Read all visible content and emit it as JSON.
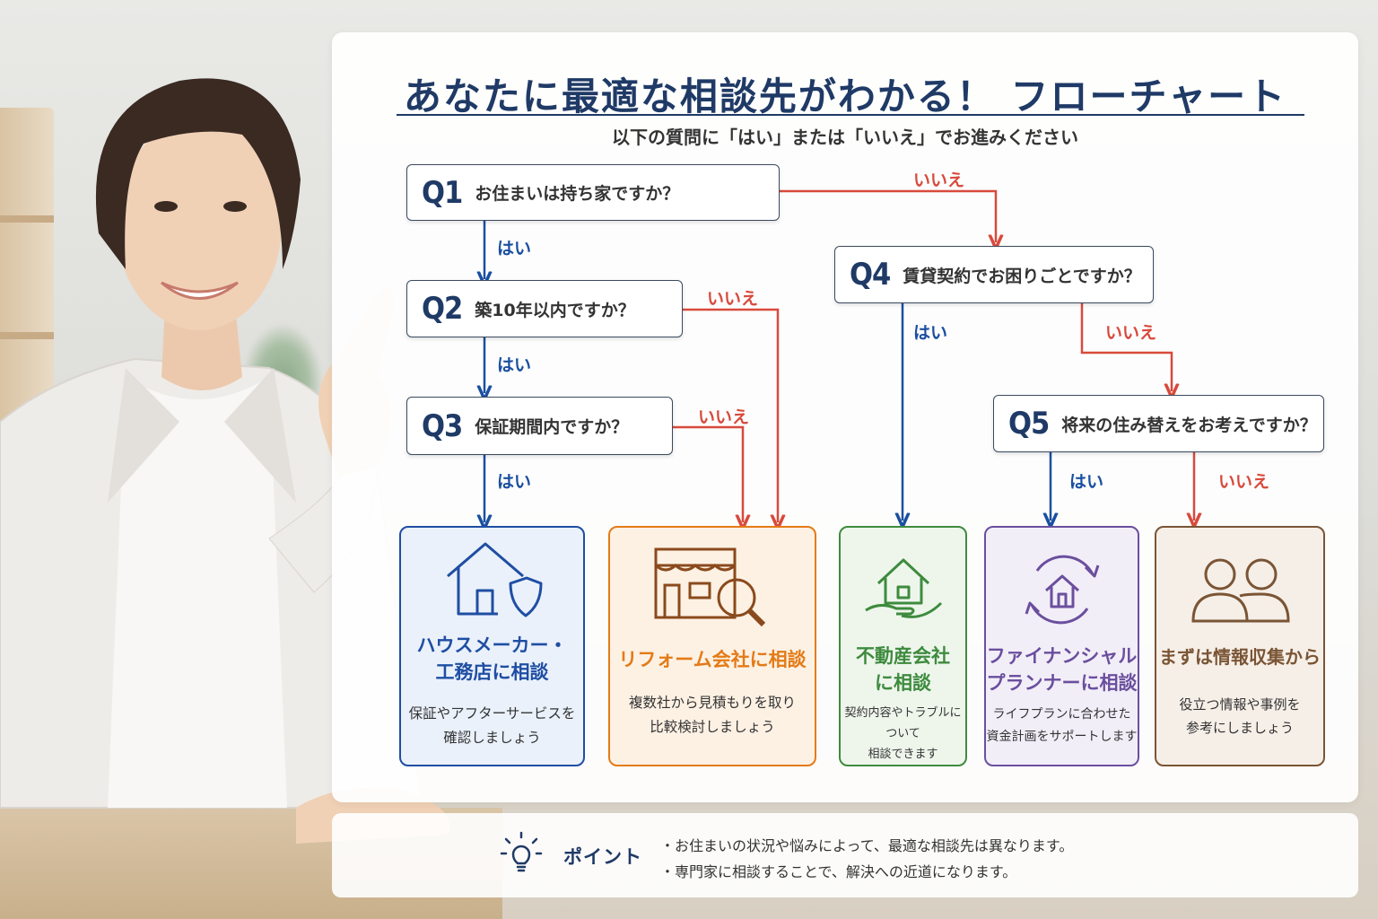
{
  "title": "あなたに最適な相談先がわかる！ フローチャート",
  "subtitle": "以下の質問に「はい」または「いいえ」でお進みください",
  "questions": [
    {
      "num": "Q1",
      "text": "お住まいは持ち家ですか？"
    },
    {
      "num": "Q2",
      "text": "築10年以内ですか？"
    },
    {
      "num": "Q3",
      "text": "保証期間内ですか？"
    },
    {
      "num": "Q4",
      "text": "賃貸契約でお困りごとですか？"
    },
    {
      "num": "Q5",
      "text": "将来の住み替えをお考えですか？"
    }
  ],
  "answers": {
    "yes": "はい",
    "no": "いいえ"
  },
  "results": [
    {
      "title": "ハウスメーカー・\n工務店に相談",
      "desc": "保証やアフターサービスを\n確認しましょう",
      "icon": "house-shield-icon",
      "color": "#1f4ea3",
      "bg": "#eaf1fb"
    },
    {
      "title": "リフォーム会社に相談",
      "desc": "複数社から見積もりを取り\n比較検討しましょう",
      "icon": "storefront-magnifier-icon",
      "color": "#e37b17",
      "bg": "#fdf1e4"
    },
    {
      "title": "不動産会社\nに相談",
      "desc": "契約内容やトラブルについて\n相談できます",
      "icon": "house-in-hand-icon",
      "color": "#3e8b3e",
      "bg": "#eef6ec"
    },
    {
      "title": "ファイナンシャル\nプランナーに相談",
      "desc": "ライフプランに合わせた\n資金計画をサポートします",
      "icon": "house-cycle-icon",
      "color": "#6b4f9e",
      "bg": "#f2eef8"
    },
    {
      "title": "まずは情報収集から",
      "desc": "役立つ情報や事例を\n参考にしましょう",
      "icon": "people-icon",
      "color": "#7a5535",
      "bg": "#f6efe8"
    }
  ],
  "point": {
    "label": "ポイント",
    "icon": "lightbulb-icon",
    "lines": [
      "・お住まいの状況や悩みによって、最適な相談先は異なります。",
      "・専門家に相談することで、解決への近道になります。"
    ]
  },
  "colors": {
    "navy": "#1f3a66",
    "yes": "#1a4fa0",
    "no": "#d84a3c"
  }
}
